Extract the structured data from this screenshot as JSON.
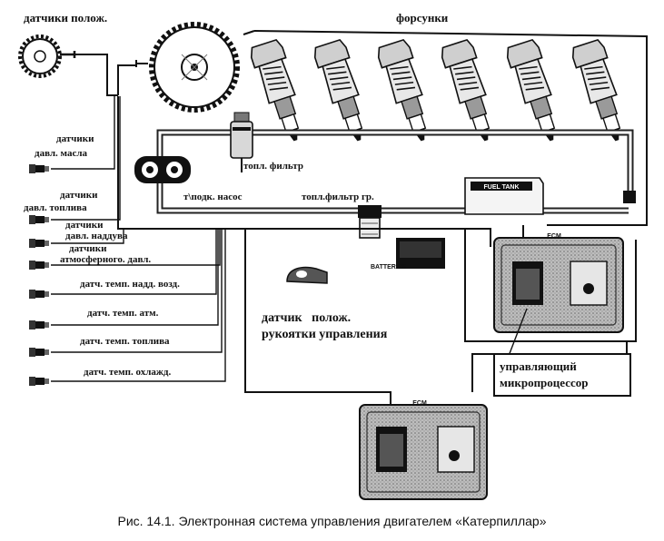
{
  "labels": {
    "position_sensors": "датчики полож.",
    "injectors": "форсунки",
    "oil_pressure_1": "датчики",
    "oil_pressure_2": "давл. масла",
    "fuel_pressure_1": "датчики",
    "fuel_pressure_2": "давл. топлива",
    "boost_1": "датчики",
    "boost_2": "давл. наддува",
    "atm_1": "датчики",
    "atm_2": "атмосферного. давл.",
    "temp_boost_air": "датч. темп. надд. возд.",
    "temp_atm": "датч. темп. атм.",
    "temp_fuel": "датч. темп. топлива",
    "temp_coolant": "датч. темп. охлажд.",
    "fuel_filter": "топл. фильтр",
    "transfer_pump": "т\\подк. насос",
    "coarse_filter": "топл.фильтр гр.",
    "batteries": "BATTERIES",
    "fuel_tank": "FUEL TANK",
    "ecm": "ECM",
    "throttle_1": "датчик   полож.",
    "throttle_2": "рукоятки управления",
    "mcu_1": "управляющий",
    "mcu_2": "микропроцессор"
  },
  "caption": "Рис. 14.1. Электронная система управления двигателем «Катерпиллар»"
}
